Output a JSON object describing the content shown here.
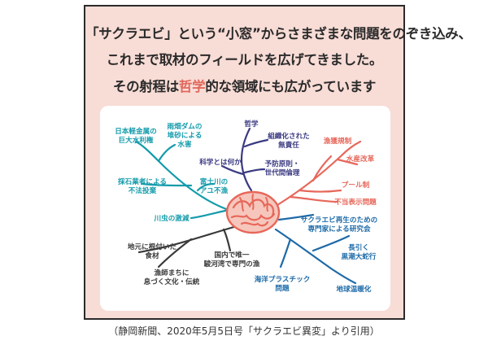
{
  "headline": {
    "line1": "「サクラエビ」という“小窓”からさまざまな問題をのぞき込み、",
    "line2": "これまで取材のフィールドを広げてきました。",
    "line3_pre": "その射程は",
    "line3_highlight": "哲学",
    "line3_post": "的な領域にも広がっています"
  },
  "branches": {
    "teal": {
      "color": "#149bab",
      "labels": [
        [
          "日本軽金属の",
          "巨大水利権"
        ],
        [
          "雨畑ダムの",
          "堆砂による",
          "水害"
        ],
        [
          "採石業者による",
          "不法投棄"
        ],
        [
          "富士川の",
          "アユ不漁"
        ],
        [
          "川虫の激減"
        ]
      ]
    },
    "purple": {
      "color": "#3b3a82",
      "labels": [
        [
          "哲学"
        ],
        [
          "組織化された",
          "無責任"
        ],
        [
          "科学とは何か"
        ],
        [
          "予防原則・",
          "世代間倫理"
        ]
      ]
    },
    "red": {
      "color": "#e7675a",
      "labels": [
        [
          "漁獲規制"
        ],
        [
          "水産改革"
        ],
        [
          "プール制"
        ],
        [
          "不当表示問題"
        ]
      ]
    },
    "dark": {
      "color": "#3a3a3a",
      "labels": [
        [
          "地元に根付いた",
          "食材"
        ],
        [
          "国内で唯一",
          "駿河湾で専門の漁"
        ],
        [
          "漁師まちに",
          "息づく文化・伝統"
        ]
      ]
    },
    "blue": {
      "color": "#1d6aa8",
      "labels": [
        [
          "サクラエビ再生のための",
          "専門家による研究会"
        ],
        [
          "長引く",
          "黒潮大蛇行"
        ],
        [
          "海洋プラスチック",
          "問題"
        ],
        [
          "地球温暖化"
        ]
      ]
    }
  },
  "caption": "（静岡新聞、2020年5月5日号「サクラエビ異変」より引用）"
}
